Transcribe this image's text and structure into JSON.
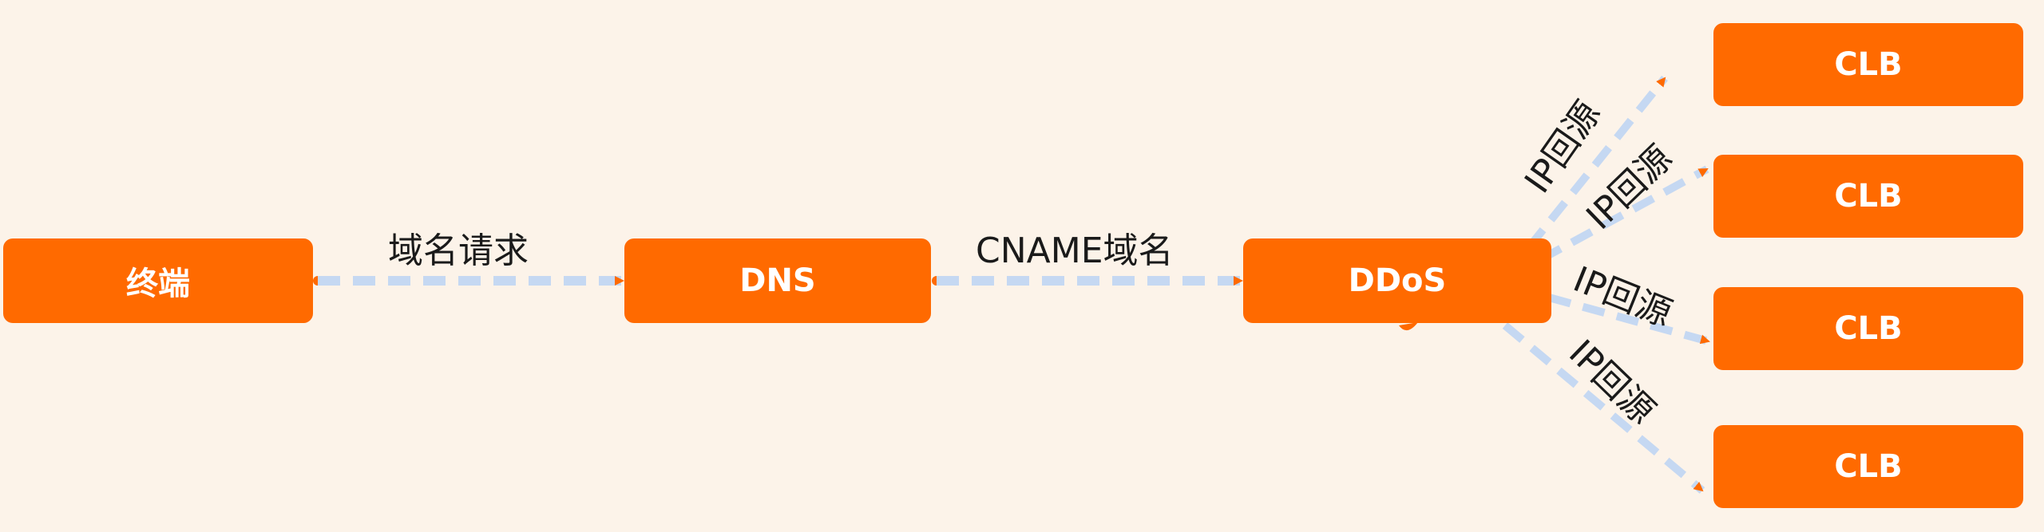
{
  "diagram": {
    "nodes": {
      "terminal": "终端",
      "dns": "DNS",
      "ddos": "DDoS",
      "clb_1": "CLB",
      "clb_2": "CLB",
      "clb_3": "CLB",
      "clb_4": "CLB"
    },
    "edges": {
      "terminal_to_dns": "域名请求",
      "dns_to_ddos": "CNAME域名",
      "ddos_to_clb_1": "IP回源",
      "ddos_to_clb_2": "IP回源",
      "ddos_to_clb_3": "IP回源",
      "ddos_to_clb_4": "IP回源"
    },
    "colors": {
      "background": "#fcf3e9",
      "node_fill": "#ff6a00",
      "node_text": "#ffffff",
      "edge_line": "#c5d8f2",
      "arrow_head": "#ff6a00",
      "label_text": "#1a1a1a"
    }
  }
}
